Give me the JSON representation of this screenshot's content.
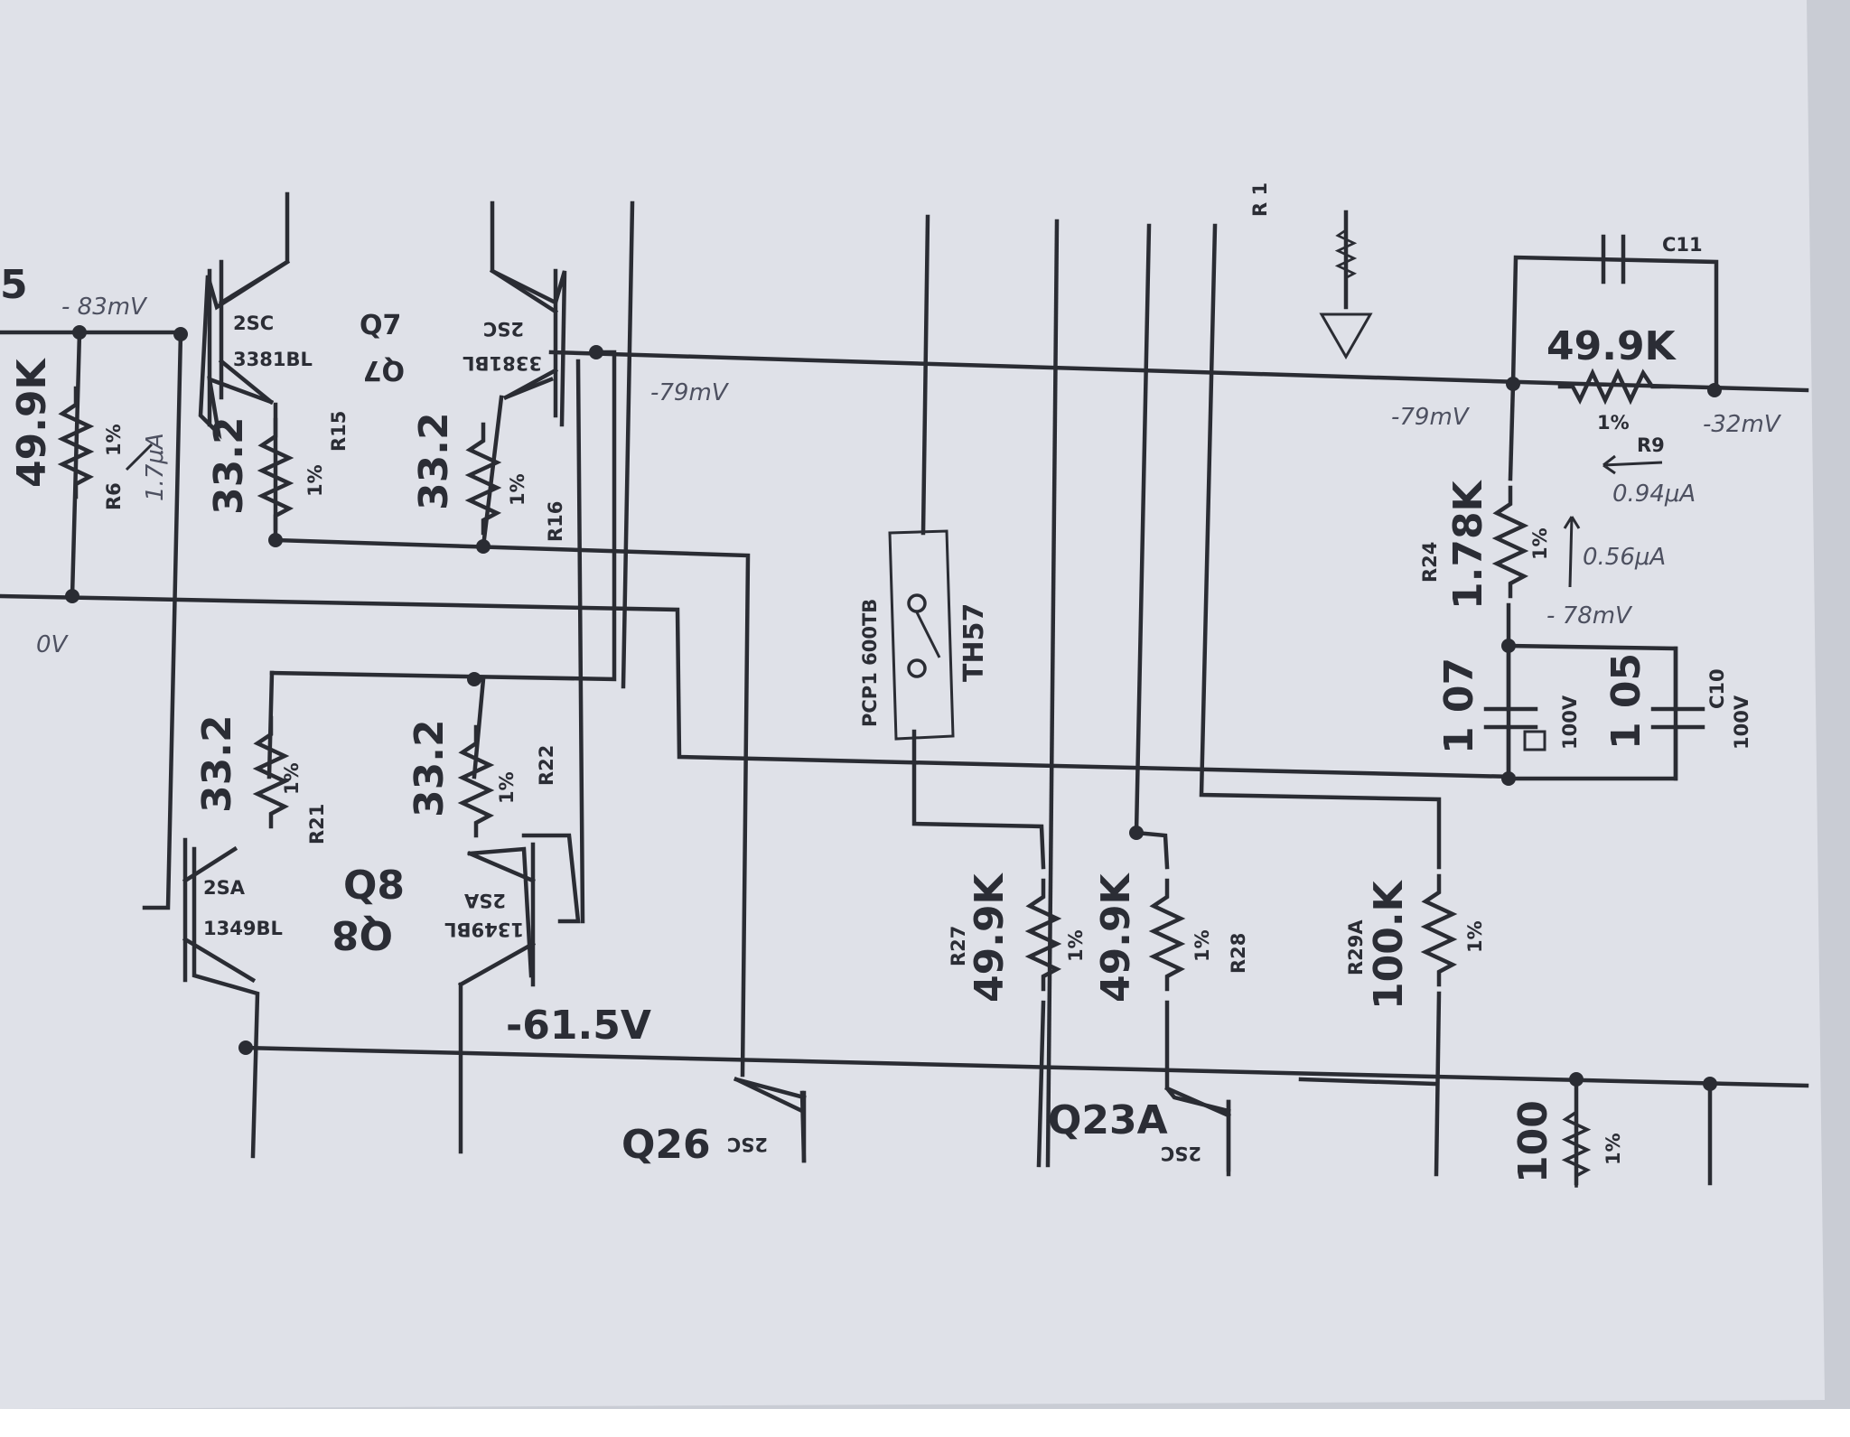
{
  "printed": {
    "node_5": "5",
    "r6_value": "49.9K",
    "r6_ref": "R6",
    "r6_tol": "1%",
    "q7_left_type": "2SC",
    "q7_left_part": "3381BL",
    "q7_right_type": "2SC",
    "q7_right_part": "3381BL",
    "q7_label_a": "Q7",
    "q7_label_b": "Q7",
    "r15_value": "33.2",
    "r15_ref": "R15",
    "r15_tol": "1%",
    "r16_value": "33.2",
    "r16_ref": "R16",
    "r16_tol": "1%",
    "r21_value": "33.2",
    "r21_ref": "R21",
    "r21_tol": "1%",
    "r22_value": "33.2",
    "r22_ref": "R22",
    "r22_tol": "1%",
    "q8_left_type": "2SA",
    "q8_left_part": "1349BL",
    "q8_right_type": "2SA",
    "q8_right_part": "1349BL",
    "q8_label_a": "Q8",
    "q8_label_b": "Q8",
    "rail_voltage": "-61.5V",
    "relay_part": "PCP1 600TB",
    "relay_ref": "TH57",
    "r27_value": "49.9K",
    "r27_ref": "R27",
    "r27_tol": "1%",
    "r28_value": "49.9K",
    "r28_ref": "R28",
    "r28_tol": "1%",
    "r29a_value": "100.K",
    "r29a_ref": "R29A",
    "r29a_tol": "1%",
    "r100_value": "100",
    "r100_tol": "1%",
    "q26_label": "Q26",
    "q26_type": "2SC",
    "q23a_label": "Q23A",
    "q23a_type": "2SC",
    "r9_value": "49.9K",
    "r9_ref": "R9",
    "r9_tol": "1%",
    "r24_value": "1.78K",
    "r24_ref": "R24",
    "r24_tol": "1%",
    "c7_value": "1 07",
    "c7_voltage": "100V",
    "c10_value": "1 05",
    "c10_ref": "C10",
    "c10_voltage": "100V",
    "c11_ref": "C11",
    "r_top_ref": "R 1"
  },
  "annotations": {
    "v_r6_top": "- 83mV",
    "i_r6": "1.7μA",
    "v_ground": "0V",
    "v_q7_out": "-79mV",
    "v_r9_left": "-79mV",
    "v_r9_right": "-32mV",
    "i_r9": "0.94μA",
    "i_r24": "0.56μA",
    "v_r24_bottom": "- 78mV"
  }
}
